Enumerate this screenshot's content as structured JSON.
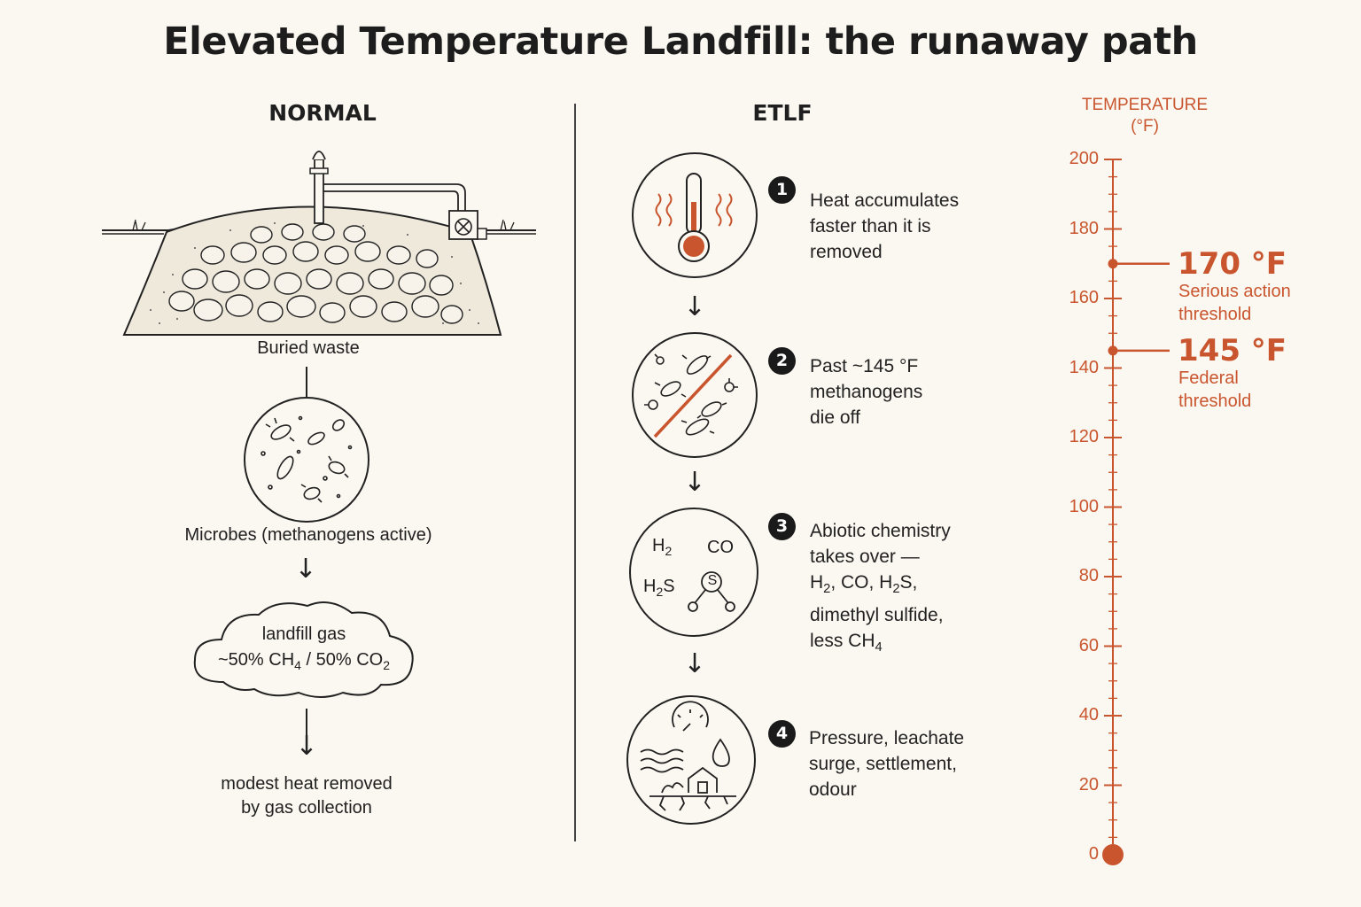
{
  "title": "Elevated Temperature Landfill: the runaway path",
  "normal": {
    "heading": "NORMAL",
    "buried_label": "Buried waste",
    "microbes_label": "Microbes (methanogens active)",
    "gas_line1": "landfill gas",
    "gas_line2_ch": "~50% CH",
    "gas_line2_ch_sub": "4",
    "gas_line2_co": " / 50% CO",
    "gas_line2_co_sub": "2",
    "heat_line1": "modest heat removed",
    "heat_line2": "by gas collection"
  },
  "etlf": {
    "heading": "ETLF",
    "steps": [
      {
        "num": "1",
        "lines": [
          "Heat accumulates",
          "faster than it is",
          "removed"
        ],
        "icon": "thermometer-icon"
      },
      {
        "num": "2",
        "lines": [
          "Past ~145 °F",
          "methanogens",
          "die off"
        ],
        "icon": "crossed-microbes-icon"
      },
      {
        "num": "3",
        "icon": "molecules-icon",
        "l1": "Abiotic chemistry",
        "l2": "takes over —",
        "l3a": "H",
        "l3b": "2",
        "l3c": ", CO, H",
        "l3d": "2",
        "l3e": "S,",
        "l4": "dimethyl sulfide,",
        "l5a": "less CH",
        "l5b": "4",
        "chem_h2": "H",
        "chem_h2_sub": "2",
        "chem_co": "CO",
        "chem_h2s_a": "H",
        "chem_h2s_sub": "2",
        "chem_h2s_b": "S",
        "chem_s": "S"
      },
      {
        "num": "4",
        "lines": [
          "Pressure, leachate",
          "surge, settlement,",
          "odour"
        ],
        "icon": "pressure-leachate-icon"
      }
    ]
  },
  "scale": {
    "title_line1": "TEMPERATURE",
    "title_line2": "(°F)",
    "min": 0,
    "max": 200,
    "ticks": [
      "200",
      "180",
      "160",
      "140",
      "120",
      "100",
      "80",
      "60",
      "40",
      "20",
      "0"
    ],
    "thresholds": [
      {
        "value": 170,
        "value_label": "170 °F",
        "label_line1": "Serious action",
        "label_line2": "threshold"
      },
      {
        "value": 145,
        "value_label": "145 °F",
        "label_line1": "Federal",
        "label_line2": "threshold"
      }
    ],
    "color": "#c9552e"
  }
}
